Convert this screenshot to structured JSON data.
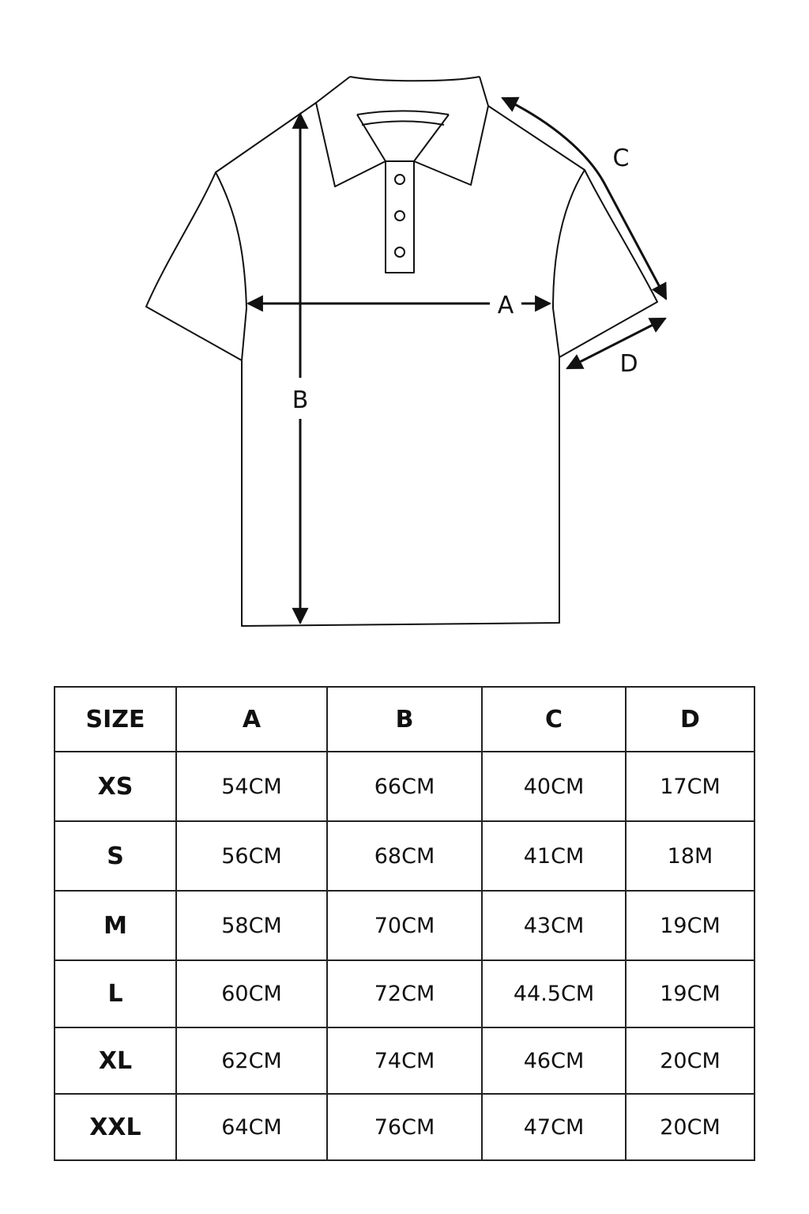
{
  "diagram": {
    "labels": {
      "a": "A",
      "b": "B",
      "c": "C",
      "d": "D"
    }
  },
  "table": {
    "headers": [
      "SIZE",
      "A",
      "B",
      "C",
      "D"
    ],
    "rows": [
      [
        "XS",
        "54CM",
        "66CM",
        "40CM",
        "17CM"
      ],
      [
        "S",
        "56CM",
        "68CM",
        "41CM",
        "18M"
      ],
      [
        "M",
        "58CM",
        "70CM",
        "43CM",
        "19CM"
      ],
      [
        "L",
        "60CM",
        "72CM",
        "44.5CM",
        "19CM"
      ],
      [
        "XL",
        "62CM",
        "74CM",
        "46CM",
        "20CM"
      ],
      [
        "XXL",
        "64CM",
        "76CM",
        "47CM",
        "20CM"
      ]
    ]
  }
}
